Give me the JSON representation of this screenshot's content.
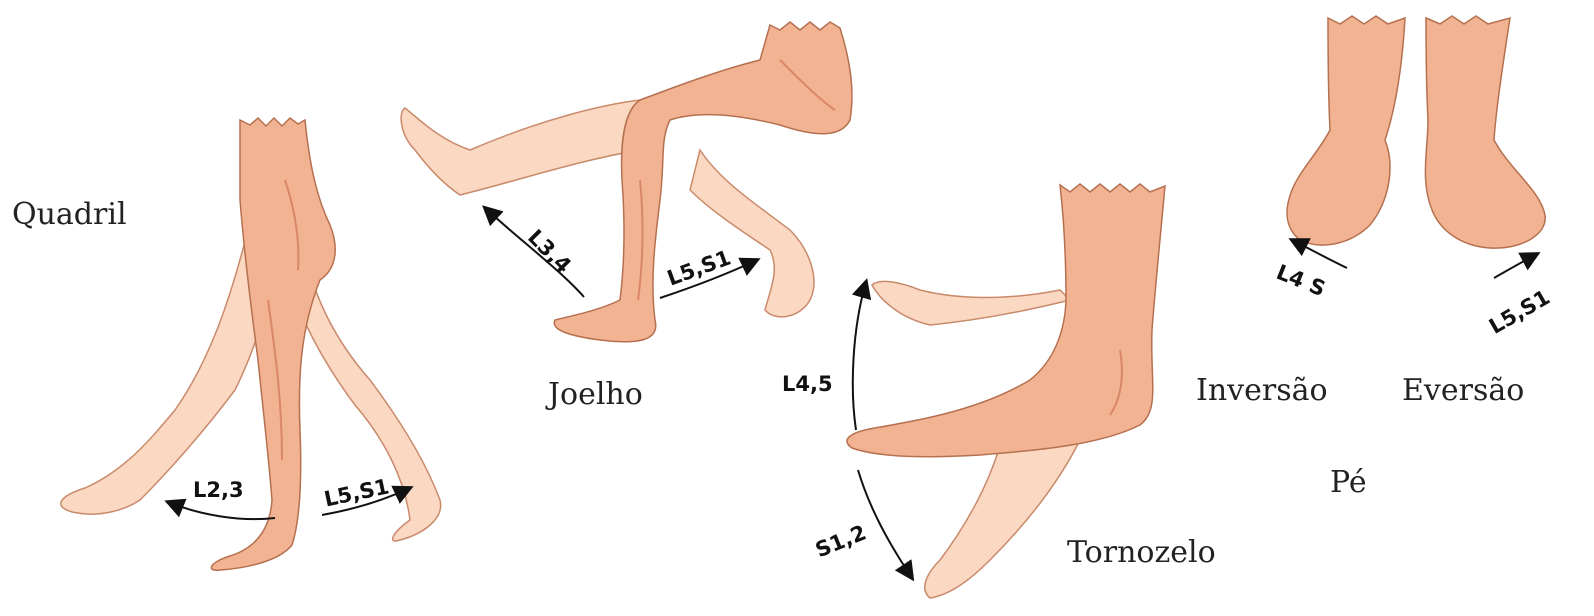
{
  "regions": {
    "hip": {
      "label": "Quadril",
      "flexion_root": "L2,3",
      "extension_root": "L5,S1"
    },
    "knee": {
      "label": "Joelho",
      "extension_root": "L3,4",
      "flexion_root": "L5,S1"
    },
    "ankle": {
      "label": "Tornozelo",
      "dorsiflexion_root": "L4,5",
      "plantarflexion_root": "S1,2"
    },
    "foot": {
      "label": "Pé",
      "inversion_label": "Inversão",
      "eversion_label": "Eversão",
      "inversion_root": "L4 S",
      "eversion_root": "L5,S1"
    }
  },
  "colors": {
    "skin_front": "#f2b393",
    "skin_back": "#fbd8c2",
    "skin_shadow": "#d98768",
    "outline": "#b5704f",
    "arrow": "#111111"
  }
}
